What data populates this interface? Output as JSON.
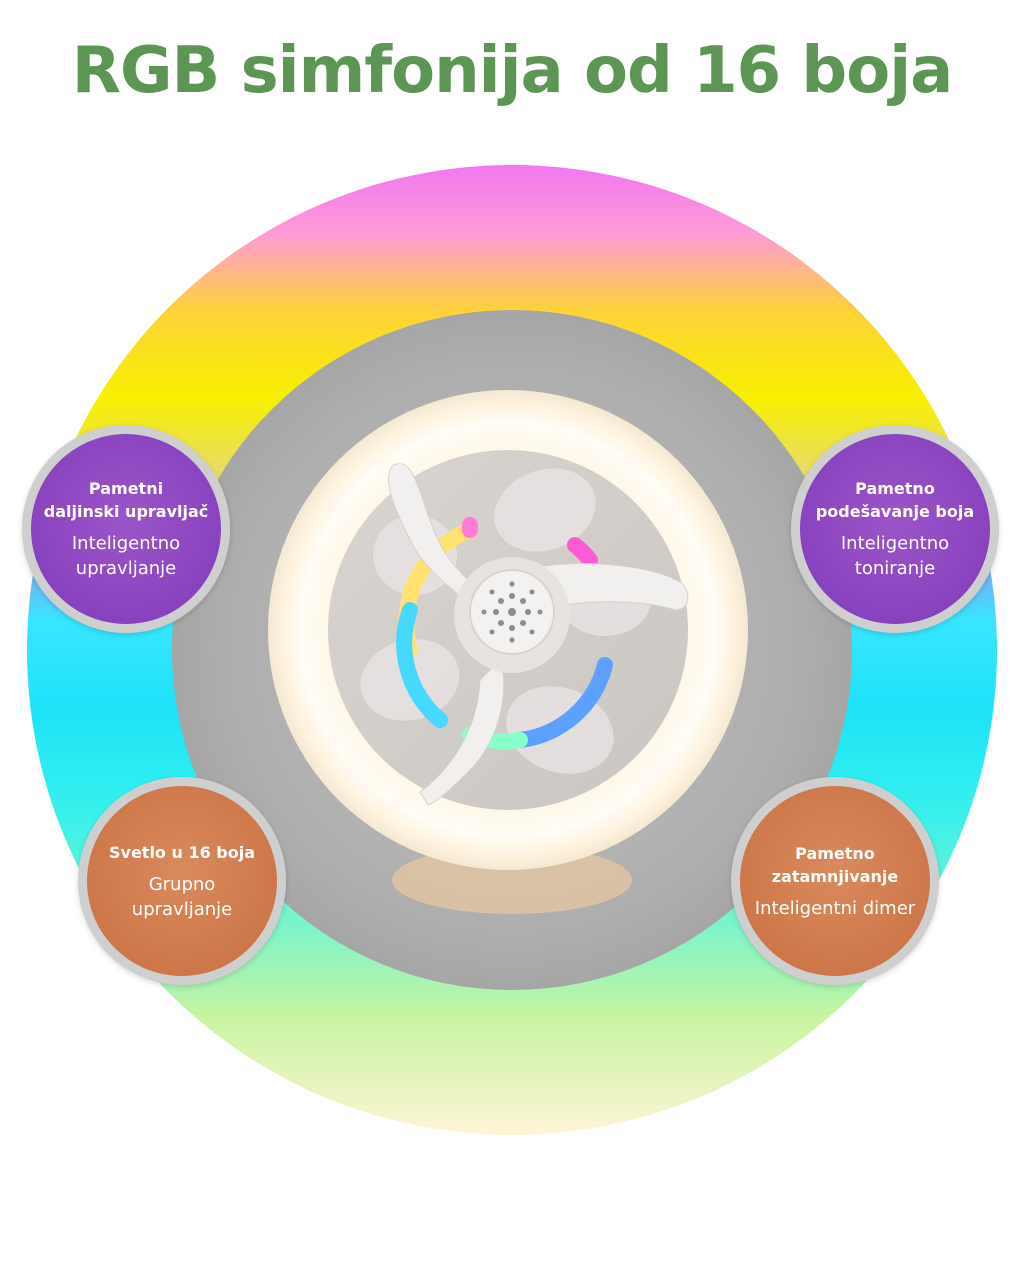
{
  "title": "RGB simfonija od 16 boja",
  "colors": {
    "title": "#5d9554",
    "purple_badge": "#8c45c0",
    "orange_badge": "#cf7a4d",
    "badge_border": "#cfcfcf"
  },
  "features": [
    {
      "title": "Pametni\ndaljinski upravljač",
      "subtitle": "Inteligentno\nupravljanje",
      "color": "purple"
    },
    {
      "title": "Pametno\npodešavanje boja",
      "subtitle": "Inteligentno\ntoniranje",
      "color": "purple"
    },
    {
      "title": "Svetlo u 16 boja",
      "subtitle": "Grupno\nupravljanje",
      "color": "orange"
    },
    {
      "title": "Pametno\nzatamnjivanje",
      "subtitle": "Inteligentni dimer",
      "color": "orange"
    }
  ],
  "icons": {
    "product": "ceiling-fan-light-image",
    "background": "rainbow-halo"
  }
}
